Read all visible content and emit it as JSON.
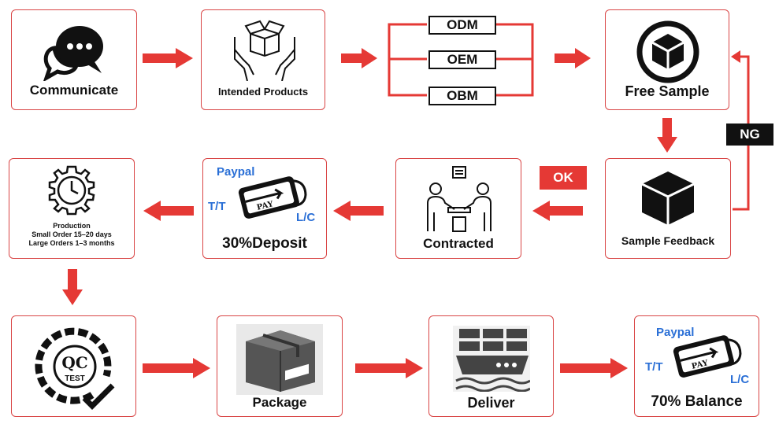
{
  "steps": {
    "communicate": "Communicate",
    "intended_products": "Intended Products",
    "free_sample": "Free Sample",
    "sample_feedback": "Sample Feedback",
    "contracted": "Contracted",
    "deposit": "30%Deposit",
    "production_title": "Production",
    "production_small": "Small Order 15–20 days",
    "production_large": "Large Orders 1–3 months",
    "qc_letters": "QC",
    "qc_test": "TEST",
    "package": "Package",
    "deliver": "Deliver",
    "balance": "70% Balance"
  },
  "options": [
    "ODM",
    "OEM",
    "OBM"
  ],
  "tags": {
    "ok": "OK",
    "ng": "NG"
  },
  "payment": {
    "paypal": "Paypal",
    "tt": "T/T",
    "lc": "L/C",
    "card_text": "PAY"
  },
  "colors": {
    "accent": "#e53935",
    "border": "#d94545",
    "pay_text": "#2a6fd6"
  }
}
